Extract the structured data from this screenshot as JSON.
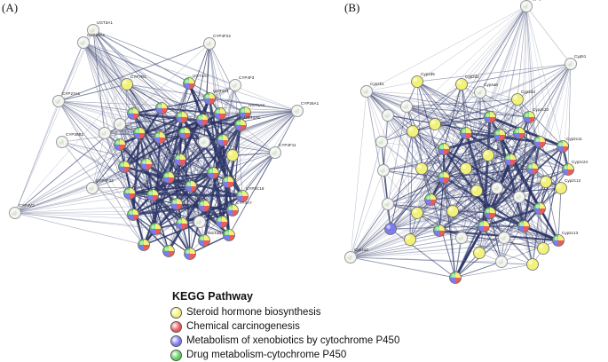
{
  "panels": [
    {
      "label": "(A)",
      "nodes": [
        {
          "id": "UGT3A1",
          "label": "UGT3A1",
          "pathways": []
        },
        {
          "id": "CYP20A1",
          "label": "CYP20A1",
          "pathways": []
        },
        {
          "id": "CYP4F22",
          "label": "CYP4F22",
          "pathways": []
        },
        {
          "id": "CYP7B1",
          "label": "CYP7B1",
          "pathways": [
            "steroid"
          ]
        },
        {
          "id": "UGT1A4",
          "label": "UGT1A4",
          "pathways": [
            "steroid",
            "chemical",
            "xenobiotics",
            "drug"
          ]
        },
        {
          "id": "CYP4F3",
          "label": "CYP4F3",
          "pathways": []
        },
        {
          "id": "CYP27A1",
          "label": "CYP27A1",
          "pathways": []
        },
        {
          "id": "UGT1A1",
          "label": "UGT1A1",
          "pathways": [
            "steroid",
            "chemical",
            "xenobiotics",
            "drug"
          ]
        },
        {
          "id": "UGT1A3",
          "label": "UGT1A3",
          "pathways": [
            "steroid",
            "chemical",
            "xenobiotics",
            "drug"
          ]
        },
        {
          "id": "CYP26A1",
          "label": "CYP26A1",
          "pathways": []
        },
        {
          "id": "UGT1A6",
          "label": "UGT1A6",
          "pathways": [
            "steroid",
            "chemical",
            "xenobiotics",
            "drug"
          ]
        },
        {
          "id": "CYP39B1",
          "label": "CYP39B1",
          "pathways": []
        },
        {
          "id": "CYP4F11",
          "label": "CYP4F11",
          "pathways": []
        },
        {
          "id": "CYP4F12",
          "label": "CYP4F12",
          "pathways": []
        },
        {
          "id": "CYP2C18",
          "label": "CYP2C18",
          "pathways": [
            "steroid",
            "chemical",
            "xenobiotics",
            "drug"
          ]
        },
        {
          "id": "CYP3A7",
          "label": "CYP3A7",
          "pathways": [
            "steroid",
            "chemical",
            "xenobiotics",
            "drug"
          ]
        },
        {
          "id": "CYP4V2",
          "label": "CYP4V2",
          "pathways": []
        },
        {
          "id": "UGT2B28",
          "label": "UGT2B28",
          "pathways": [
            "steroid",
            "chemical",
            "xenobiotics",
            "drug"
          ]
        }
      ]
    },
    {
      "label": "(B)",
      "nodes": [
        {
          "id": "Cyp2j1",
          "label": "Cyp2j1",
          "pathways": []
        },
        {
          "id": "Cyp51",
          "label": "Cyp51",
          "pathways": []
        },
        {
          "id": "Cyp2b1",
          "label": "Cyp2b1",
          "pathways": []
        },
        {
          "id": "Cyp2d5",
          "label": "Cyp2d5",
          "pathways": [
            "steroid"
          ]
        },
        {
          "id": "Cyp2d2",
          "label": "Cyp2d2",
          "pathways": [
            "steroid"
          ]
        },
        {
          "id": "Cyp4a8",
          "label": "Cyp4a8",
          "pathways": []
        },
        {
          "id": "Cyp2d3",
          "label": "Cyp2d3",
          "pathways": [
            "steroid"
          ]
        },
        {
          "id": "Cyp2c23",
          "label": "Cyp2c23",
          "pathways": [
            "steroid",
            "chemical",
            "xenobiotics",
            "drug"
          ]
        },
        {
          "id": "Cyp2c11",
          "label": "Cyp2c11",
          "pathways": [
            "steroid",
            "chemical",
            "xenobiotics",
            "drug"
          ]
        },
        {
          "id": "Cyp2c24",
          "label": "Cyp2c24",
          "pathways": [
            "steroid",
            "chemical",
            "xenobiotics",
            "drug"
          ]
        },
        {
          "id": "Cyp2c12",
          "label": "Cyp2c12",
          "pathways": [
            "steroid"
          ]
        },
        {
          "id": "Cyp2c13",
          "label": "Cyp2c13",
          "pathways": [
            "steroid",
            "chemical",
            "xenobiotics",
            "drug"
          ]
        },
        {
          "id": "Cyp4a3",
          "label": "Cyp4a3",
          "pathways": []
        }
      ]
    }
  ],
  "legend": {
    "title": "KEGG Pathway",
    "items": [
      {
        "key": "steroid",
        "label": "Steroid hormone biosynthesis",
        "color": "#f2f27a"
      },
      {
        "key": "chemical",
        "label": "Chemical carcinogenesis",
        "color": "#ee5b5b"
      },
      {
        "key": "xenobiotics",
        "label": "Metabolism of xenobiotics by cytochrome P450",
        "color": "#7b7bf2"
      },
      {
        "key": "drug",
        "label": "Drug metabolism-cytochrome P450",
        "color": "#5fcf5f"
      }
    ]
  }
}
